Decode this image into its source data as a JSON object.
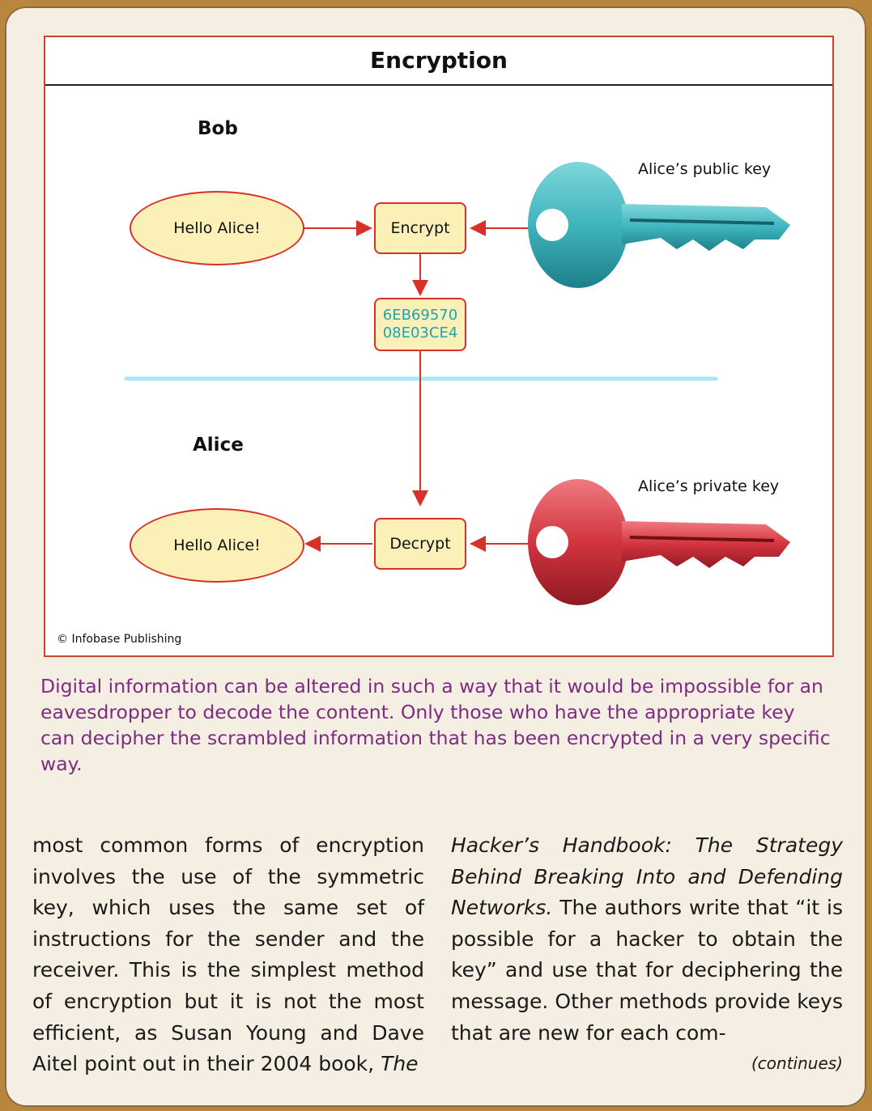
{
  "figure": {
    "title": "Encryption",
    "bob_label": "Bob",
    "alice_label": "Alice",
    "plaintext_top": "Hello Alice!",
    "plaintext_bottom": "Hello Alice!",
    "encrypt_label": "Encrypt",
    "decrypt_label": "Decrypt",
    "ciphertext_line1": "6EB69570",
    "ciphertext_line2": "08E03CE4",
    "public_key_label": "Alice’s public key",
    "private_key_label": "Alice’s private key",
    "credit": "© Infobase Publishing",
    "colors": {
      "public_key": "#3fb4bd",
      "private_key": "#d2343e",
      "arrow": "#d9302a",
      "box_fill": "#faf0b8",
      "divider": "#7ad8ec"
    },
    "icons": [
      "public-key-icon",
      "private-key-icon"
    ]
  },
  "caption": "Digital information can be altered in such a way that it would be impossible for an eavesdropper to decode the content. Only those who have the appropriate key can decipher the scrambled information that has been encrypted in a very specific way.",
  "body": {
    "left_column": "most common forms of encryption involves the use of the symmetric key, which uses the same set of instructions for the sender and the receiver. This is the simplest method of encryption but it is not the most efficient, as Susan Young and Dave Aitel point out in their 2004 book,",
    "left_column_italic_end": "The",
    "right_column_italic": "Hacker’s Handbook: The Strategy Behind Breaking Into and Defending Networks.",
    "right_column": "The authors write that “it is possible for a hacker to obtain the key” and use that for deciphering the message. Other methods provide keys that are new for each com-",
    "continues": "(continues)"
  }
}
